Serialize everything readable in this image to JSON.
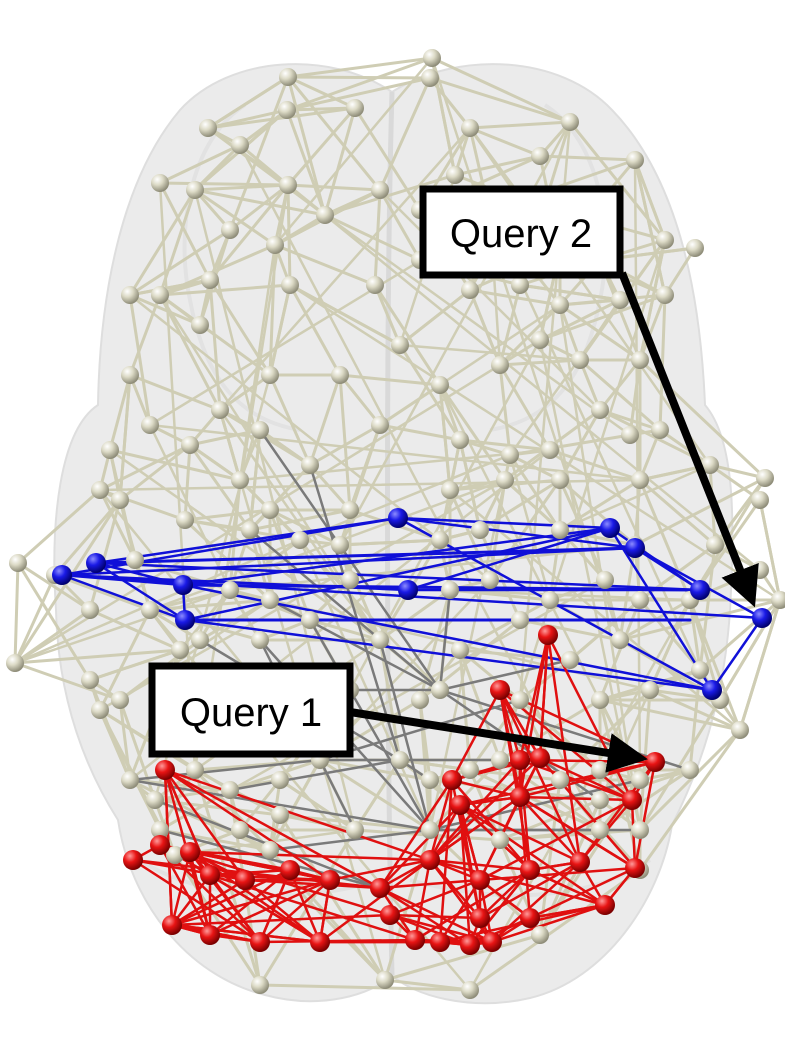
{
  "callouts": [
    {
      "id": "query-2",
      "text": "Query 2"
    },
    {
      "id": "query-1",
      "text": "Query 1"
    }
  ],
  "colors": {
    "background_node": "#d8d6c2",
    "background_edge": "#cfcdb4",
    "dark_edge": "#7a7a7a",
    "query_2_highlight": "#1010d8",
    "query_1_highlight": "#e01010",
    "brain_surface": "#b4b4b4"
  }
}
